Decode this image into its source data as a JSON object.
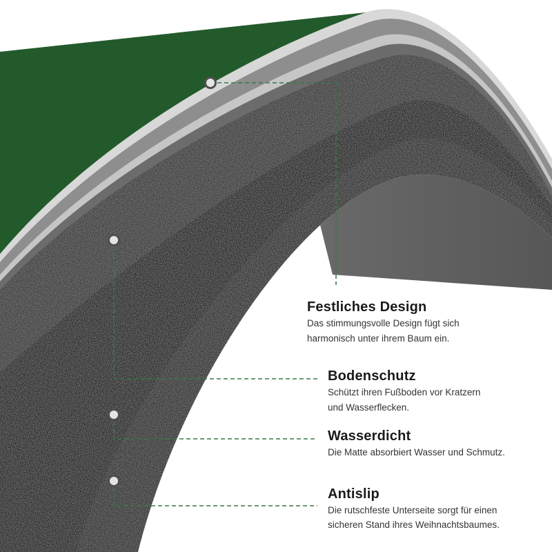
{
  "callouts": [
    {
      "title": "Festliches Design",
      "description": [
        "Das stimmungsvolle Design fügt sich",
        "harmonisch unter ihrem Baum ein."
      ]
    },
    {
      "title": "Bodenschutz",
      "description": [
        "Schützt ihren Fußboden vor Kratzern",
        "und Wasserflecken."
      ]
    },
    {
      "title": "Wasserdicht",
      "description": [
        "Die Matte absorbiert Wasser und Schmutz."
      ]
    },
    {
      "title": "Antislip",
      "description": [
        "Die rutschfeste Unterseite sorgt für einen",
        "sicheren Stand ihres Weihnachtsbaumes."
      ]
    }
  ],
  "colors": {
    "mat_top": "#235a2c",
    "leader_line": "#3a7745",
    "title_text": "#1a1a1a",
    "description_text": "#333333"
  }
}
